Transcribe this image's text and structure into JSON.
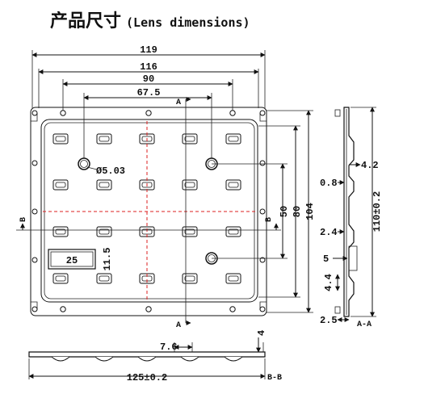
{
  "title": {
    "cn": "产品尺寸",
    "en": "(Lens dimensions)"
  },
  "dimensions": {
    "w119": "119",
    "w116": "116",
    "w90": "90",
    "w67_5": "67.5",
    "hole_dia": "Ø5.03",
    "h50": "50",
    "h80": "80",
    "h104": "104",
    "w25": "25",
    "h11_5": "11.5",
    "side_4_2": "4.2",
    "side_0_8": "0.8",
    "side_2_4": "2.4",
    "side_5": "5",
    "side_4_4": "4.4",
    "side_2_5": "2.5",
    "side_110": "110±0.2",
    "bottom_7_6": "7.6",
    "bottom_4": "4",
    "bottom_125": "125±0.2"
  },
  "section_labels": {
    "a_top": "A",
    "a_bottom": "A",
    "b_left": "B",
    "b_right": "B",
    "aa": "A-A",
    "bb": "B-B"
  }
}
